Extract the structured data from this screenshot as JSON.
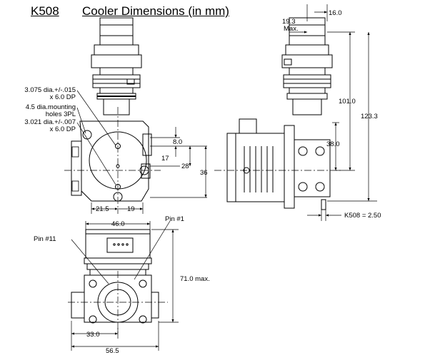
{
  "title": {
    "model": "K508",
    "text": "Cooler Dimensions  (in mm)"
  },
  "callouts": {
    "bore_large": [
      "3.075 dia.+/-.015",
      "x 6.0 DP"
    ],
    "mounting_holes": [
      "4.5 dia.mounting",
      "holes 3PL"
    ],
    "bore_small": [
      "3.021 dia.+/-.007",
      "x 6.0 DP"
    ],
    "pin1": "Pin #1",
    "pin11": "Pin #11"
  },
  "dimensions": {
    "d8": "8.0",
    "d17": "17",
    "d28": "28",
    "d36": "36",
    "d21_5": "21.5",
    "d19": "19",
    "d19_3": [
      "19.3",
      "Max."
    ],
    "d16": "16.0",
    "d101": "101.0",
    "d123_3": "123.3",
    "d38": "38.0",
    "k508": "K508 = 2.50",
    "d46": "46.0",
    "d71": "71.0 max.",
    "d33": "33.0",
    "d56_5": "56.5"
  }
}
